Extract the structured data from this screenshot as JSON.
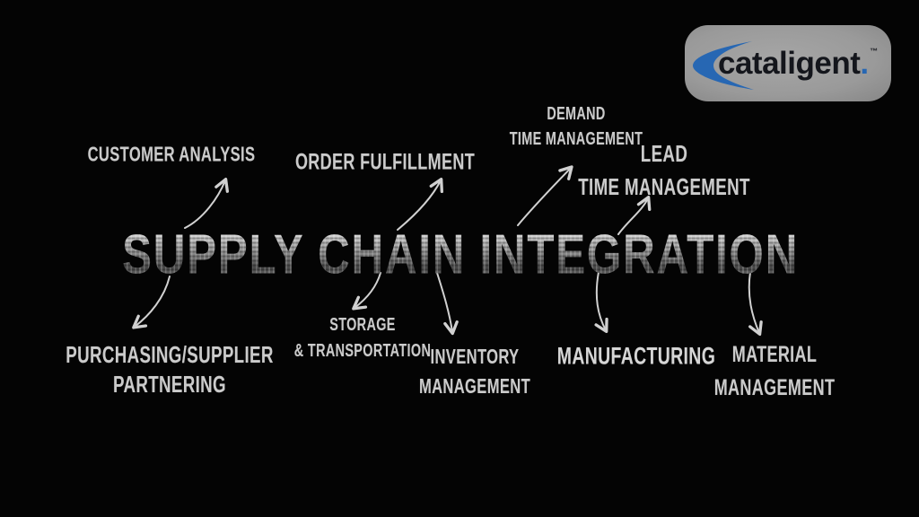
{
  "canvas": {
    "background": "#040404"
  },
  "title": {
    "text": "SUPPLY CHAIN INTEGRATION"
  },
  "logo": {
    "text": "cataligent",
    "dot": ".",
    "tm": "™",
    "badge_color": "#9a9a9a",
    "text_color": "#14161c",
    "accent_blue": "#2767b3",
    "swoosh_icon": "crescent-swoosh"
  },
  "colors": {
    "background": "#040404",
    "label_text": "#cbcbcb",
    "arrow_stroke": "#e3e3e3",
    "title_metallic_light": "#ffffff",
    "title_metallic_dark": "#474747"
  },
  "nodes": [
    {
      "id": "customer-analysis",
      "lines": [
        "CUSTOMER ANALYSIS"
      ]
    },
    {
      "id": "order-fulfillment",
      "lines": [
        "ORDER FULFILLMENT"
      ]
    },
    {
      "id": "demand-time-management",
      "lines": [
        "DEMAND",
        "TIME MANAGEMENT"
      ]
    },
    {
      "id": "lead-time-management",
      "lines": [
        "LEAD",
        "TIME MANAGEMENT"
      ]
    },
    {
      "id": "purchasing-supplier-partnering",
      "lines": [
        "PURCHASING/SUPPLIER",
        "PARTNERING"
      ]
    },
    {
      "id": "storage-transportation",
      "lines": [
        "STORAGE",
        "& TRANSPORTATION"
      ]
    },
    {
      "id": "inventory-management",
      "lines": [
        "INVENTORY",
        "MANAGEMENT"
      ]
    },
    {
      "id": "manufacturing",
      "lines": [
        "MANUFACTURING"
      ]
    },
    {
      "id": "material-management",
      "lines": [
        "MATERIAL",
        "MANAGEMENT"
      ]
    }
  ],
  "arrows": [
    {
      "from": "title",
      "to": "customer-analysis",
      "direction": "up-left"
    },
    {
      "from": "title",
      "to": "order-fulfillment",
      "direction": "up"
    },
    {
      "from": "title",
      "to": "demand-time-management",
      "direction": "up"
    },
    {
      "from": "title",
      "to": "lead-time-management",
      "direction": "up"
    },
    {
      "from": "title",
      "to": "purchasing-supplier-partnering",
      "direction": "down-left"
    },
    {
      "from": "title",
      "to": "storage-transportation",
      "direction": "down"
    },
    {
      "from": "title",
      "to": "inventory-management",
      "direction": "down"
    },
    {
      "from": "title",
      "to": "manufacturing",
      "direction": "down"
    },
    {
      "from": "title",
      "to": "material-management",
      "direction": "down"
    }
  ]
}
